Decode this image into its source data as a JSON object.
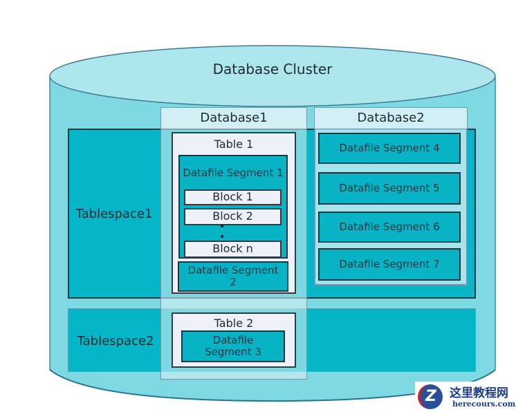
{
  "diagram": {
    "cluster": {
      "label": "Database Cluster"
    },
    "databases": [
      {
        "label": "Database1"
      },
      {
        "label": "Database2"
      }
    ],
    "tablespaces": [
      {
        "label": "Tablespace1"
      },
      {
        "label": "Tablespace2"
      }
    ],
    "database1": {
      "table1": {
        "label": "Table 1",
        "segment1": {
          "label": "Datafile Segment 1",
          "blocks": [
            "Block 1",
            "Block 2",
            "Block n"
          ],
          "ellipsis": "⋮"
        },
        "segment2": {
          "label": "Datafile Segment 2"
        }
      },
      "table2": {
        "label": "Table 2",
        "segment3": {
          "label": "Datafile Segment 3"
        }
      }
    },
    "database2": {
      "segments": [
        "Datafile Segment 4",
        "Datafile Segment 5",
        "Datafile Segment 6",
        "Datafile Segment 7"
      ]
    },
    "colors": {
      "cylinder_fill": "#7fd9e3",
      "cylinder_top": "#aee6ee",
      "tablespace_fill": "#05b5c8",
      "table_fill": "#eef0fa",
      "outline": "#1e3b44"
    }
  },
  "watermark": {
    "logo_letter": "Z",
    "site_name_cn": "这里教程网",
    "site_domain": "herecours.com"
  }
}
